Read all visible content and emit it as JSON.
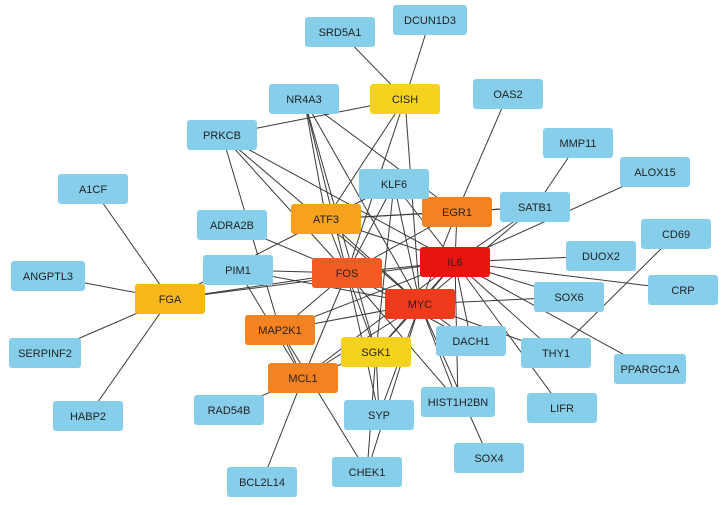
{
  "colors": {
    "edge": "#3a3a3a",
    "degree_1": "#e8140f",
    "degree_2": "#f03a1c",
    "degree_3": "#f25c22",
    "degree_4": "#f58220",
    "degree_5": "#f7a21c",
    "degree_6": "#f8b81b",
    "degree_7": "#f5d21e",
    "low": "#87ceeb"
  },
  "nodes": [
    {
      "id": "IL6",
      "label": "IL6",
      "color": "degree_1"
    },
    {
      "id": "MYC",
      "label": "MYC",
      "color": "degree_2"
    },
    {
      "id": "FOS",
      "label": "FOS",
      "color": "degree_3"
    },
    {
      "id": "EGR1",
      "label": "EGR1",
      "color": "degree_4"
    },
    {
      "id": "MAP2K1",
      "label": "MAP2K1",
      "color": "degree_4"
    },
    {
      "id": "MCL1",
      "label": "MCL1",
      "color": "degree_4"
    },
    {
      "id": "ATF3",
      "label": "ATF3",
      "color": "degree_5"
    },
    {
      "id": "FGA",
      "label": "FGA",
      "color": "degree_6"
    },
    {
      "id": "CISH",
      "label": "CISH",
      "color": "degree_7"
    },
    {
      "id": "SGK1",
      "label": "SGK1",
      "color": "degree_7"
    },
    {
      "id": "SRD5A1",
      "label": "SRD5A1",
      "color": "low"
    },
    {
      "id": "DCUN1D3",
      "label": "DCUN1D3",
      "color": "low"
    },
    {
      "id": "OAS2",
      "label": "OAS2",
      "color": "low"
    },
    {
      "id": "NR4A3",
      "label": "NR4A3",
      "color": "low"
    },
    {
      "id": "PRKCB",
      "label": "PRKCB",
      "color": "low"
    },
    {
      "id": "MMP11",
      "label": "MMP11",
      "color": "low"
    },
    {
      "id": "ALOX15",
      "label": "ALOX15",
      "color": "low"
    },
    {
      "id": "A1CF",
      "label": "A1CF",
      "color": "low"
    },
    {
      "id": "KLF6",
      "label": "KLF6",
      "color": "low"
    },
    {
      "id": "SATB1",
      "label": "SATB1",
      "color": "low"
    },
    {
      "id": "ADRA2B",
      "label": "ADRA2B",
      "color": "low"
    },
    {
      "id": "CD69",
      "label": "CD69",
      "color": "low"
    },
    {
      "id": "DUOX2",
      "label": "DUOX2",
      "color": "low"
    },
    {
      "id": "ANGPTL3",
      "label": "ANGPTL3",
      "color": "low"
    },
    {
      "id": "PIM1",
      "label": "PIM1",
      "color": "low"
    },
    {
      "id": "CRP",
      "label": "CRP",
      "color": "low"
    },
    {
      "id": "SOX6",
      "label": "SOX6",
      "color": "low"
    },
    {
      "id": "DACH1",
      "label": "DACH1",
      "color": "low"
    },
    {
      "id": "SERPINF2",
      "label": "SERPINF2",
      "color": "low"
    },
    {
      "id": "THY1",
      "label": "THY1",
      "color": "low"
    },
    {
      "id": "PPARGC1A",
      "label": "PPARGC1A",
      "color": "low"
    },
    {
      "id": "HIST1H2BN",
      "label": "HIST1H2BN",
      "color": "low"
    },
    {
      "id": "RAD54B",
      "label": "RAD54B",
      "color": "low"
    },
    {
      "id": "SYP",
      "label": "SYP",
      "color": "low"
    },
    {
      "id": "LIFR",
      "label": "LIFR",
      "color": "low"
    },
    {
      "id": "HABP2",
      "label": "HABP2",
      "color": "low"
    },
    {
      "id": "SOX4",
      "label": "SOX4",
      "color": "low"
    },
    {
      "id": "CHEK1",
      "label": "CHEK1",
      "color": "low"
    },
    {
      "id": "BCL2L14",
      "label": "BCL2L14",
      "color": "low"
    }
  ],
  "edges": [
    [
      "SRD5A1",
      "CISH"
    ],
    [
      "DCUN1D3",
      "CISH"
    ],
    [
      "CISH",
      "PRKCB"
    ],
    [
      "CISH",
      "FOS"
    ],
    [
      "CISH",
      "MYC"
    ],
    [
      "CISH",
      "ATF3"
    ],
    [
      "OAS2",
      "EGR1"
    ],
    [
      "NR4A3",
      "FOS"
    ],
    [
      "NR4A3",
      "MYC"
    ],
    [
      "NR4A3",
      "EGR1"
    ],
    [
      "NR4A3",
      "ATF3"
    ],
    [
      "NR4A3",
      "SGK1"
    ],
    [
      "PRKCB",
      "FOS"
    ],
    [
      "PRKCB",
      "MAP2K1"
    ],
    [
      "PRKCB",
      "IL6"
    ],
    [
      "PRKCB",
      "MYC"
    ],
    [
      "MMP11",
      "SATB1"
    ],
    [
      "ALOX15",
      "IL6"
    ],
    [
      "A1CF",
      "FGA"
    ],
    [
      "KLF6",
      "FOS"
    ],
    [
      "KLF6",
      "MYC"
    ],
    [
      "KLF6",
      "IL6"
    ],
    [
      "KLF6",
      "ATF3"
    ],
    [
      "KLF6",
      "EGR1"
    ],
    [
      "KLF6",
      "SGK1"
    ],
    [
      "EGR1",
      "FOS"
    ],
    [
      "EGR1",
      "IL6"
    ],
    [
      "EGR1",
      "MYC"
    ],
    [
      "EGR1",
      "ATF3"
    ],
    [
      "EGR1",
      "SATB1"
    ],
    [
      "ATF3",
      "FOS"
    ],
    [
      "ATF3",
      "IL6"
    ],
    [
      "ATF3",
      "MYC"
    ],
    [
      "ATF3",
      "SATB1"
    ],
    [
      "ATF3",
      "FGA"
    ],
    [
      "ADRA2B",
      "FOS"
    ],
    [
      "SATB1",
      "MYC"
    ],
    [
      "SATB1",
      "IL6"
    ],
    [
      "CD69",
      "THY1"
    ],
    [
      "DUOX2",
      "IL6"
    ],
    [
      "ANGPTL3",
      "FGA"
    ],
    [
      "PIM1",
      "FOS"
    ],
    [
      "PIM1",
      "MCL1"
    ],
    [
      "PIM1",
      "MYC"
    ],
    [
      "FGA",
      "FOS"
    ],
    [
      "FGA",
      "IL6"
    ],
    [
      "FGA",
      "SERPINF2"
    ],
    [
      "FGA",
      "HABP2"
    ],
    [
      "FOS",
      "IL6"
    ],
    [
      "FOS",
      "MYC"
    ],
    [
      "FOS",
      "MAP2K1"
    ],
    [
      "FOS",
      "SGK1"
    ],
    [
      "FOS",
      "MCL1"
    ],
    [
      "FOS",
      "SYP"
    ],
    [
      "FOS",
      "HIST1H2BN"
    ],
    [
      "FOS",
      "DACH1"
    ],
    [
      "IL6",
      "MYC"
    ],
    [
      "IL6",
      "CRP"
    ],
    [
      "IL6",
      "SOX6"
    ],
    [
      "IL6",
      "MAP2K1"
    ],
    [
      "IL6",
      "SGK1"
    ],
    [
      "IL6",
      "MCL1"
    ],
    [
      "IL6",
      "THY1"
    ],
    [
      "IL6",
      "LIFR"
    ],
    [
      "IL6",
      "PPARGC1A"
    ],
    [
      "IL6",
      "DACH1"
    ],
    [
      "IL6",
      "HIST1H2BN"
    ],
    [
      "MYC",
      "MAP2K1"
    ],
    [
      "MYC",
      "MCL1"
    ],
    [
      "MYC",
      "SGK1"
    ],
    [
      "MYC",
      "SOX6"
    ],
    [
      "MYC",
      "THY1"
    ],
    [
      "MYC",
      "DACH1"
    ],
    [
      "MYC",
      "HIST1H2BN"
    ],
    [
      "MYC",
      "SOX4"
    ],
    [
      "MYC",
      "SYP"
    ],
    [
      "MYC",
      "CHEK1"
    ],
    [
      "MAP2K1",
      "MCL1"
    ],
    [
      "MAP2K1",
      "CHEK1"
    ],
    [
      "MCL1",
      "RAD54B"
    ],
    [
      "MCL1",
      "BCL2L14"
    ],
    [
      "SGK1",
      "SYP"
    ],
    [
      "SGK1",
      "CHEK1"
    ],
    [
      "SGK1",
      "MCL1"
    ]
  ]
}
